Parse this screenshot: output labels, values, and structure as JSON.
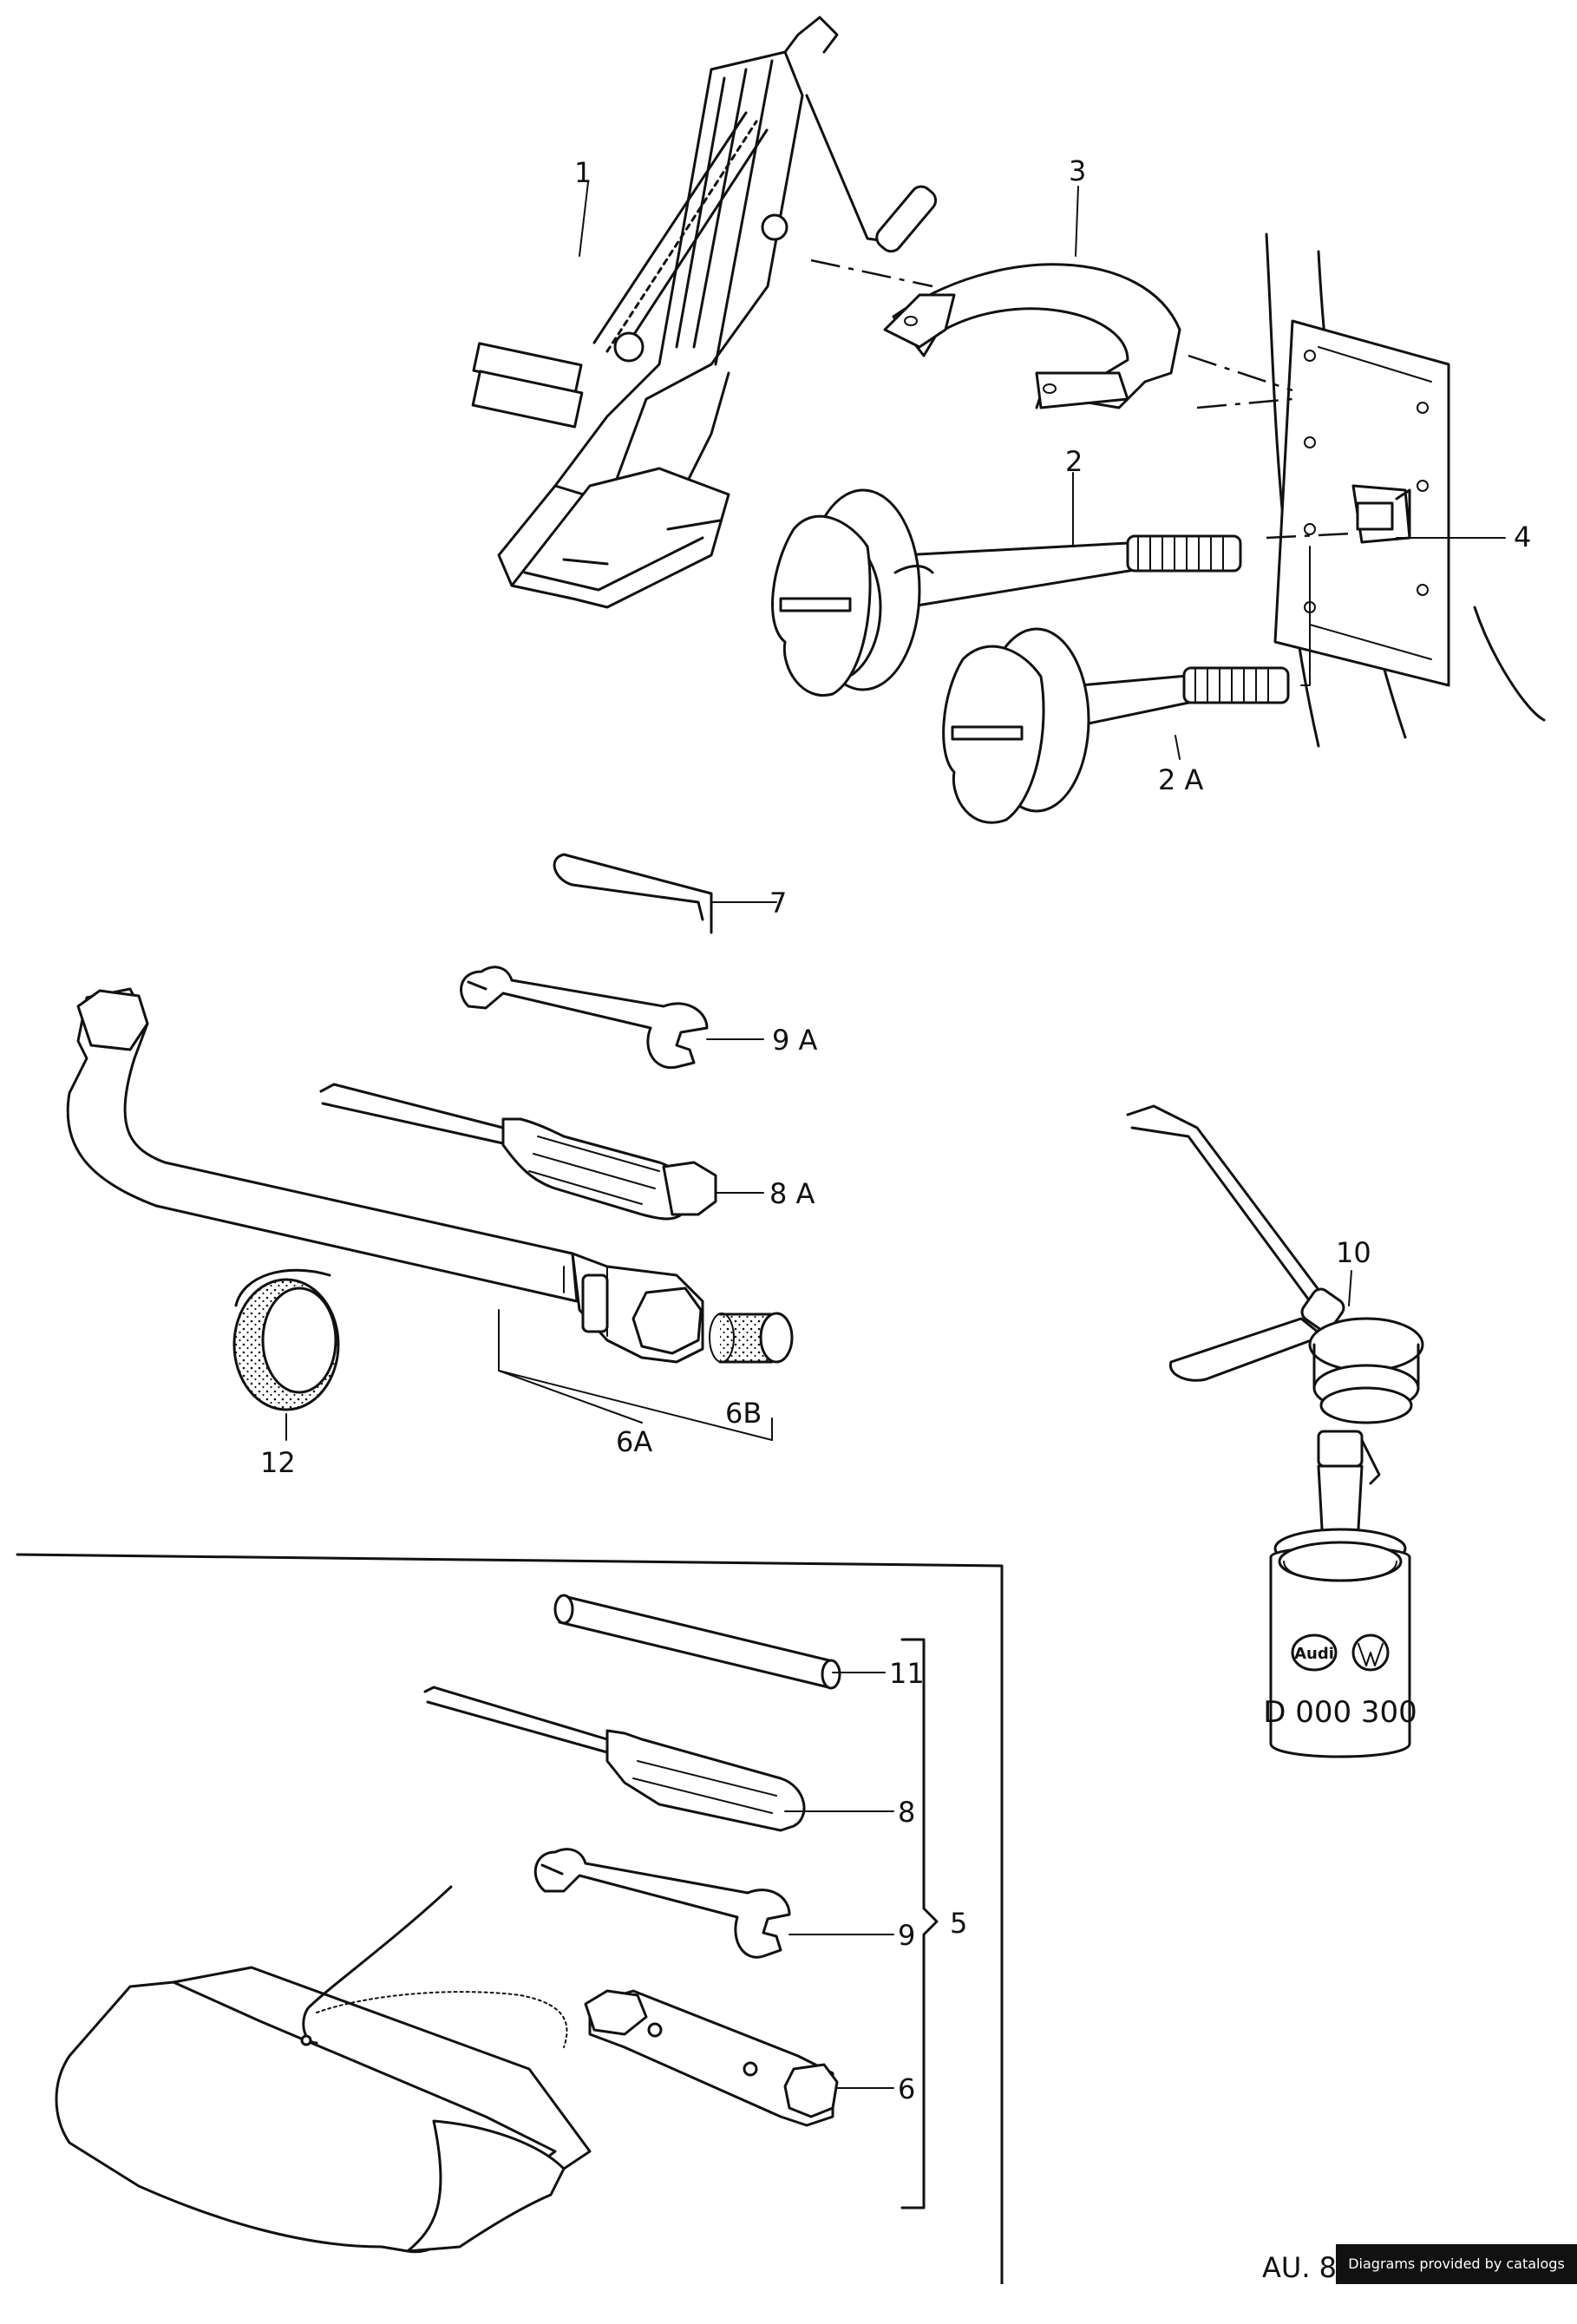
{
  "callouts": {
    "c1": "1",
    "c2": "2",
    "c2a": "2 A",
    "c3": "3",
    "c4": "4",
    "c5": "5",
    "c6": "6",
    "c6a": "6A",
    "c6b": "6B",
    "c7": "7",
    "c8": "8",
    "c8a": "8 A",
    "c9": "9",
    "c9a": "9 A",
    "c10": "10",
    "c11": "11",
    "c12": "12"
  },
  "can": {
    "brand_audi": "Audi",
    "brand_vw": "VW",
    "part_number": "D 000 300"
  },
  "footer": {
    "code": "AU. 8",
    "credit": "Diagrams provided by catalogs parts"
  }
}
